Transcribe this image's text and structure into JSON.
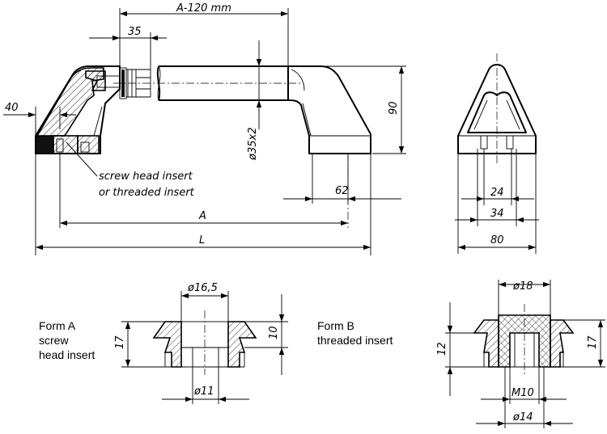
{
  "dimensions": {
    "a_minus_120": "A-120 mm",
    "d35": "35",
    "d40": "40",
    "d90": "90",
    "d35x2": "ø35x2",
    "d62": "62",
    "dA": "A",
    "dL": "L",
    "d24": "24",
    "d34": "34",
    "d80": "80",
    "d16_5": "ø16,5",
    "d17a": "17",
    "d10": "10",
    "d11": "ø11",
    "d18": "ø18",
    "d12": "12",
    "d17b": "17",
    "m10": "M10",
    "d14": "ø14"
  },
  "annotations": {
    "insert_line1": "screw head insert",
    "insert_line2": "or threaded insert"
  },
  "forms": {
    "a": {
      "line1": "Form A",
      "line2": "screw",
      "line3": "head insert"
    },
    "b": {
      "line1": "Form B",
      "line2": "threaded insert"
    }
  }
}
